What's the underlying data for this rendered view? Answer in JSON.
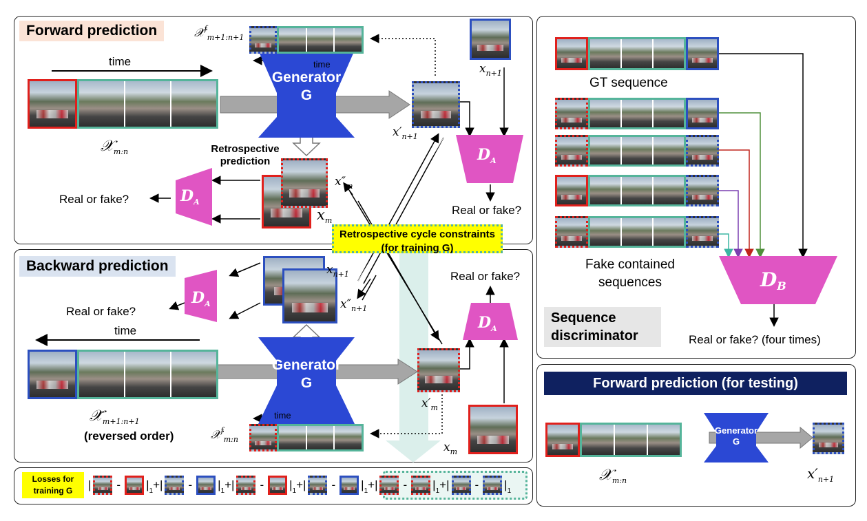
{
  "forward": {
    "title": "Forward prediction",
    "time_label": "time",
    "time_label_small": "time",
    "generator_line1": "Generator",
    "generator_line2": "G",
    "input_math": "𝒳",
    "input_sub": "m:n",
    "retro_label": "Retrospective prediction",
    "real_fake_left": "Real or fake?",
    "real_fake_right": "Real or fake?",
    "disc_label": "D",
    "disc_sub": "A",
    "xfwd_sym": "𝒳̄",
    "xfwd_sup": "f",
    "xfwd_sub": "m+1:n+1",
    "xn1_sym": "x",
    "xn1_sub": "n+1",
    "xpn1_sym": "x′",
    "xpn1_sub": "n+1",
    "xpp_sym": "x″",
    "xpp_sub": "m",
    "xm_sym": "x",
    "xm_sub": "m"
  },
  "cycle": {
    "label": "Retrospective cycle constraints (for training G)"
  },
  "backward": {
    "title": "Backward prediction",
    "time_label": "time",
    "time_label_small": "time",
    "generator_line1": "Generator",
    "generator_line2": "G",
    "real_fake_left": "Real or fake?",
    "real_fake_right": "Real or fake?",
    "input_sym": "𝒳̄",
    "input_sub": "m+1:n+1",
    "reversed": "(reversed order)",
    "xn1_sym": "x",
    "xn1_sub": "n+1",
    "xpp_sym": "x″",
    "xpp_sub": "n+1",
    "xpm_sym": "x′",
    "xpm_sub": "m",
    "xm_sym": "x",
    "xm_sub": "m",
    "xf_sym": "𝒳",
    "xf_sup": "f",
    "xf_sub": "m:n",
    "disc_label": "D",
    "disc_sub": "A"
  },
  "losses": {
    "label": "Losses for training G",
    "pipe": "|",
    "minus": "-",
    "plus": "+",
    "one": "1"
  },
  "sequence": {
    "gt_label": "GT sequence",
    "fake_label": "Fake contained sequences",
    "disc_label": "D",
    "disc_sub": "B",
    "real_fake": "Real or fake? (four times)",
    "title": "Sequence discriminator"
  },
  "testing": {
    "title": "Forward prediction (for testing)",
    "generator_line1": "Generator",
    "generator_line2": "G",
    "input_sym": "𝒳",
    "input_sub": "m:n",
    "out_sym": "x′",
    "out_sub": "n+1"
  },
  "colors": {
    "red": "#e0201c",
    "blue": "#2c4fbf",
    "teal": "#55b49a",
    "generator": "#2b48d4",
    "discriminator": "#e055c3",
    "yellow": "#ffff00",
    "navy": "#0f2160",
    "green_arrow": "#4f8f3a",
    "red_arrow": "#c0241c",
    "purple_arrow": "#7a3fb0",
    "teal_arrow": "#3cb6a3"
  }
}
